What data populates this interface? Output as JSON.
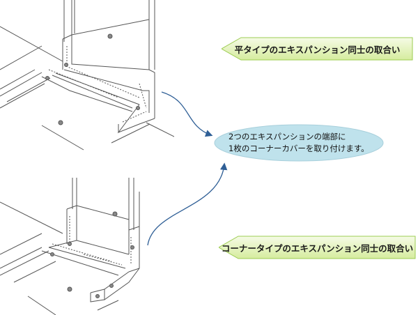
{
  "labels": {
    "flat_type": "平タイプのエキスパンション同士の取合い",
    "corner_type": "コーナータイプのエキスパンション同士の取合い",
    "note_line1": "2つのエキスパンションの端部に",
    "note_line2": "1枚のコーナーカバーを取り付けます。"
  },
  "colors": {
    "banner_fill": "#e9f5c8",
    "banner_edge": "#9ccc52",
    "bubble_fill": "#bfe2ec",
    "arrow": "#2f5f96",
    "line": "#555555"
  }
}
